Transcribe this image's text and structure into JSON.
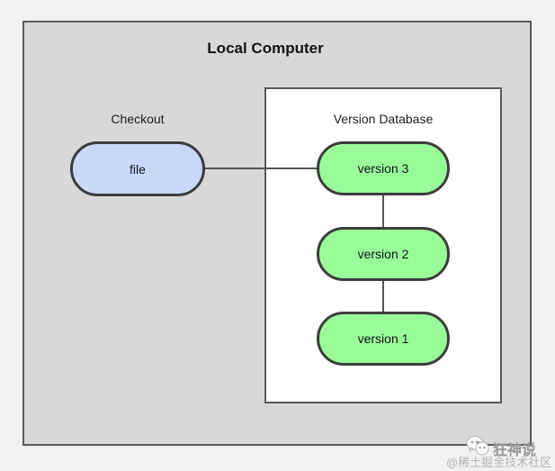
{
  "diagram": {
    "title": "Local Computer",
    "checkout": {
      "label": "Checkout",
      "node": "file"
    },
    "version_database": {
      "label": "Version Database",
      "nodes": [
        "version 3",
        "version 2",
        "version 1"
      ]
    }
  },
  "watermark": {
    "name": "狂神说",
    "community": "@稀土掘金技术社区",
    "logo_icon": "panda-chat-logo"
  },
  "colors": {
    "page_background": "#f1f1f1",
    "outer_box_fill": "#d8d8d8",
    "inner_box_fill": "#ffffff",
    "box_border": "#5a5a5a",
    "node_border": "#3d3d3d",
    "file_node_fill": "#c9d8f8",
    "version_node_fill": "#98fb98",
    "connector": "#555555",
    "text": "#161616",
    "watermark_text": "#9a9a9a"
  }
}
